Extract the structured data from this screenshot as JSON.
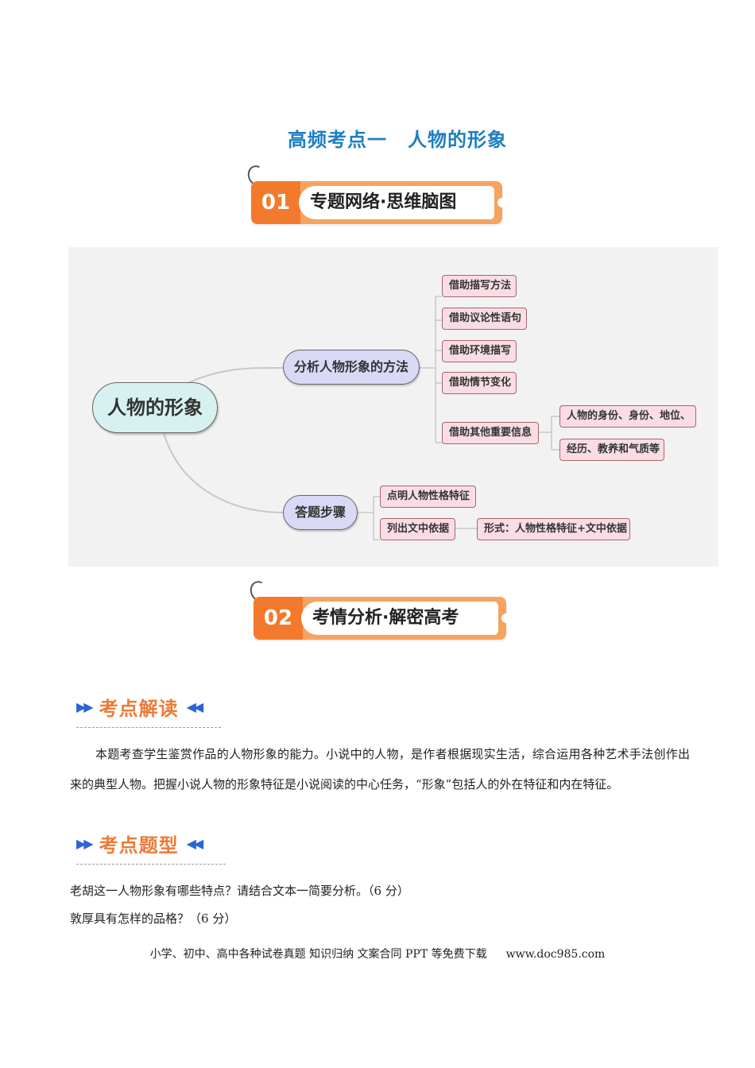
{
  "title": {
    "part1": "高频考点一",
    "part2": "人物的形象"
  },
  "banners": [
    {
      "num": "01",
      "label": "专题网络·思维脑图"
    },
    {
      "num": "02",
      "label": "考情分析·解密高考"
    }
  ],
  "mindmap": {
    "root": "人物的形象",
    "branches": [
      {
        "label": "分析人物形象的方法",
        "children": [
          "借助描写方法",
          "借助议论性语句",
          "借助环境描写",
          "借助情节变化",
          "借助其他重要信息"
        ],
        "sub": [
          "人物的身份、身份、地位、",
          "经历、教养和气质等"
        ]
      },
      {
        "label": "答题步骤",
        "children": [
          "点明人物性格特征",
          "列出文中依据"
        ],
        "sub": [
          "形式：人物性格特征+文中依据"
        ]
      }
    ]
  },
  "sections": {
    "reading": {
      "heading": "考点解读",
      "paragraph": "本题考查学生鉴赏作品的人物形象的能力。小说中的人物，是作者根据现实生活，综合运用各种艺术手法创作出来的典型人物。把握小说人物的形象特征是小说阅读的中心任务，“形象”包括人的外在特征和内在特征。"
    },
    "types": {
      "heading": "考点题型",
      "questions": [
        "老胡这一人物形象有哪些特点？请结合文本一简要分析。（6 分）",
        "敦厚具有怎样的品格？（6 分）"
      ]
    }
  },
  "footer": {
    "text": "小学、初中、高中各种试卷真题  知识归纳  文案合同  PPT 等免费下载",
    "url": "www.doc985.com"
  },
  "colors": {
    "title": "#1d7fc0",
    "banner": "#f37a2c",
    "section_heading": "#ee7a36",
    "arrow": "#2a65d8"
  }
}
